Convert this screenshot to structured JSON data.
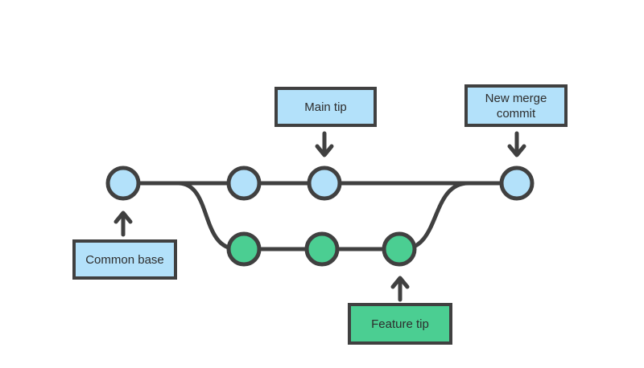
{
  "colors": {
    "stroke": "#404040",
    "main_commit_fill": "#b3e1fa",
    "feature_commit_fill": "#4bce92",
    "background": "#ffffff"
  },
  "labels": {
    "main_tip": "Main tip",
    "new_merge_commit": "New merge commit",
    "common_base": "Common base",
    "feature_tip": "Feature tip"
  },
  "diagram": {
    "type": "git-branch-merge",
    "branches": [
      {
        "name": "main",
        "color": "#b3e1fa",
        "commit_count": 4
      },
      {
        "name": "feature",
        "color": "#4bce92",
        "commit_count": 3
      }
    ],
    "callouts": [
      {
        "label": "Main tip",
        "arrow": "down",
        "points_to": "third commit on main branch"
      },
      {
        "label": "New merge commit",
        "arrow": "down",
        "points_to": "last commit on main branch"
      },
      {
        "label": "Common base",
        "arrow": "up",
        "points_to": "first commit on main branch"
      },
      {
        "label": "Feature tip",
        "arrow": "up",
        "points_to": "last commit on feature branch"
      }
    ]
  }
}
